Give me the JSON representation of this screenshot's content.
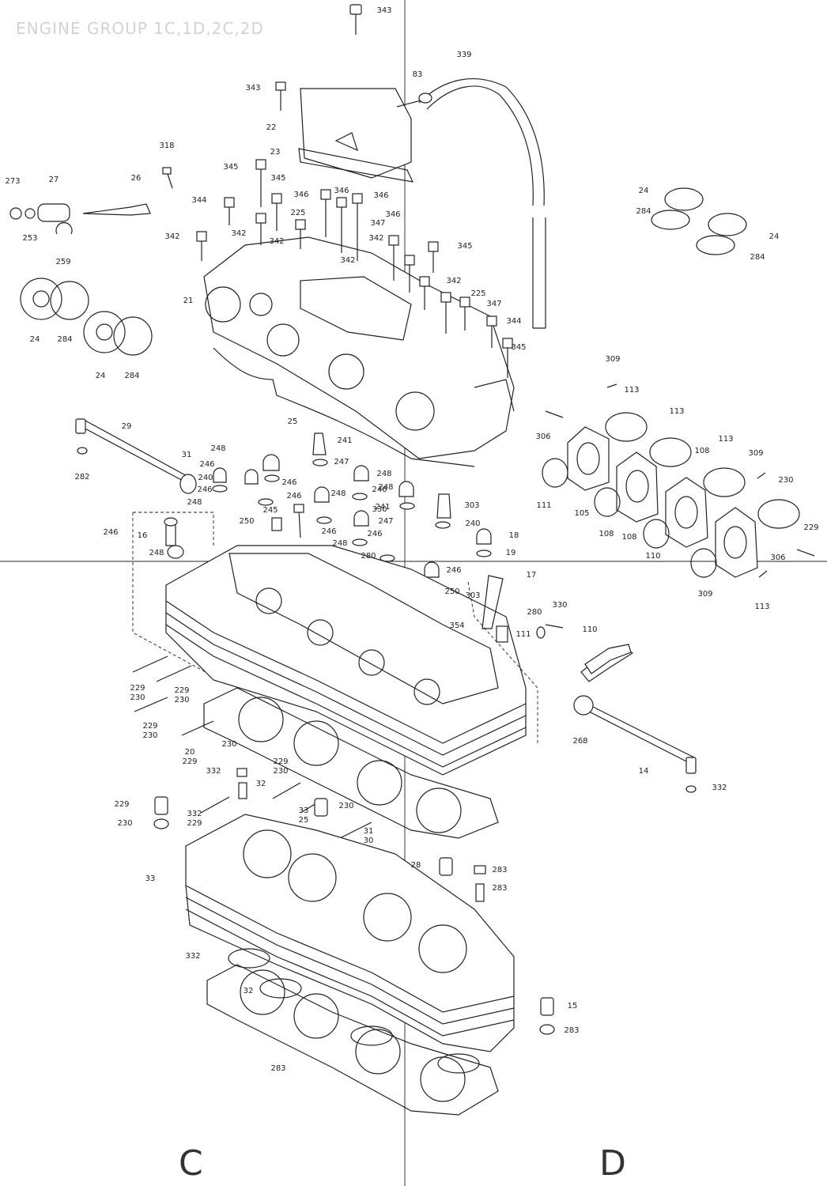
{
  "title": "ENGINE GROUP 1C,1D,2C,2D",
  "grid_letters": {
    "left": "C",
    "right": "D"
  },
  "labels": [
    "343",
    "339",
    "83",
    "343",
    "22",
    "23",
    "318",
    "345",
    "345",
    "346",
    "346",
    "346",
    "273",
    "27",
    "26",
    "344",
    "225",
    "346",
    "342",
    "342",
    "342",
    "347",
    "342",
    "345",
    "342",
    "253",
    "259",
    "342",
    "225",
    "347",
    "21",
    "344",
    "345",
    "24",
    "284",
    "24",
    "284",
    "24",
    "284",
    "24",
    "284",
    "25",
    "309",
    "113",
    "113",
    "113",
    "306",
    "309",
    "29",
    "241",
    "282",
    "31",
    "248",
    "247",
    "246",
    "248",
    "248",
    "246",
    "240",
    "246",
    "248",
    "246",
    "246",
    "248",
    "241",
    "303",
    "245",
    "330",
    "250",
    "246",
    "248",
    "247",
    "240",
    "246",
    "18",
    "16",
    "246",
    "280",
    "248",
    "19",
    "246",
    "17",
    "250",
    "303",
    "280",
    "330",
    "354",
    "111",
    "110",
    "108",
    "105",
    "111",
    "108",
    "108",
    "110",
    "309",
    "306",
    "113",
    "229",
    "230",
    "229",
    "230",
    "229",
    "230",
    "229",
    "230",
    "20",
    "229",
    "230",
    "229",
    "230",
    "33",
    "25",
    "332",
    "32",
    "229",
    "230",
    "332",
    "229",
    "230",
    "31",
    "30",
    "268",
    "14",
    "332",
    "33",
    "28",
    "283",
    "283",
    "332",
    "32",
    "15",
    "283",
    "283"
  ]
}
